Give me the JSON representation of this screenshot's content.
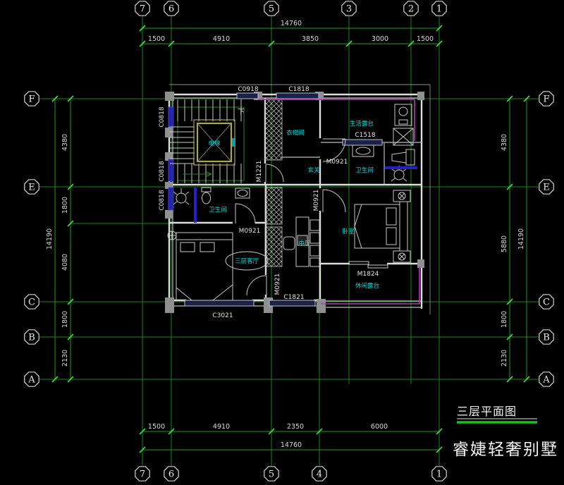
{
  "colors": {
    "background": "#000000",
    "grid_green": "#17a017",
    "tick_green": "#45d845",
    "wall_white": "#dcdcdc",
    "dim_text": "#d8d8d8",
    "room_text_cyan": "#00dede",
    "railing_magenta": "#c22ec2",
    "window_glass_blue": "#2525b5",
    "column_gray": "#8f8f8f",
    "elevator_frame_olive": "#a8a848",
    "title_underline_green": "#17c217"
  },
  "grid": {
    "top": [
      "7",
      "6",
      "5",
      "3",
      "2",
      "1"
    ],
    "bottom": [
      "7",
      "6",
      "5",
      "4",
      "1"
    ],
    "left": [
      "F",
      "E",
      "C",
      "B",
      "A"
    ],
    "right": [
      "F",
      "E",
      "C",
      "B",
      "A"
    ]
  },
  "dims": {
    "top": {
      "total": "14760",
      "segments": [
        "1500",
        "4910",
        "3850",
        "3000",
        "1500"
      ]
    },
    "bottom": {
      "total": "14760",
      "segments": [
        "1500",
        "4910",
        "2350",
        "6000"
      ]
    },
    "left": {
      "total": "14190",
      "segments": [
        "4380",
        "1800",
        "4080",
        "1800",
        "2130"
      ]
    },
    "right": {
      "total": "14190",
      "segments": [
        "4380",
        "5880",
        "1800",
        "2130"
      ]
    }
  },
  "rooms": {
    "elevator": "电梯",
    "cloakroom": "衣帽间",
    "foyer": "玄关",
    "bath_right": "卫生间",
    "bath_left": "卫生间",
    "hall": "中厅",
    "bedroom_right": "卧室",
    "bedroom_left_tag": "三层客厅",
    "balcony_top": "生活露台",
    "terrace_bottom": "休闲露台",
    "stair_down": "下"
  },
  "openings": {
    "c0918": "C0918",
    "c1818": "C1818",
    "c1518": "C1518",
    "c0818_top": "C0818",
    "c0818_mid": "C0818",
    "c0818_low": "C0818",
    "m1221": "M1221",
    "m0921_bath_right": "M0921",
    "m0921_bedroom_right": "M0921",
    "m0921_bath_left": "M0921",
    "m0921_bedroom_left": "M0921",
    "m1824": "M1824",
    "c1821": "C1821",
    "c3021": "C3021"
  },
  "titles": {
    "drawing": "三层平面图",
    "project": "睿婕轻奢别墅"
  }
}
